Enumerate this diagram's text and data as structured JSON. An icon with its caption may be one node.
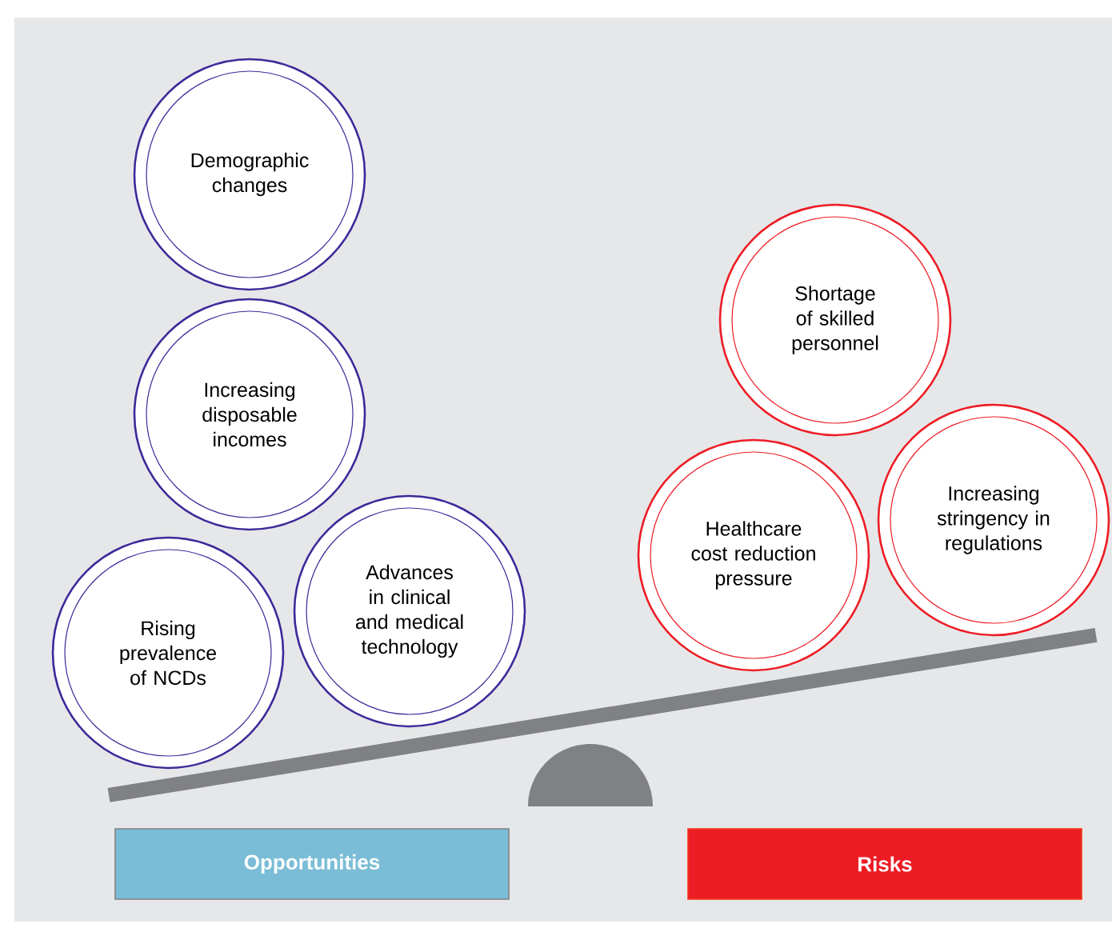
{
  "diagram": {
    "nodes": [
      {
        "text": [
          "Demographic changes"
        ]
      },
      {
        "text": [
          "Increasing disposable incomes"
        ]
      },
      {
        "text": [
          "Rising prevalence of NCDs"
        ]
      },
      {
        "text": [
          "Advances in clinical and medical technology"
        ]
      },
      {
        "text": [
          "Shortage of skilled personnel"
        ]
      },
      {
        "text": [
          "Healthcare cost reduction pressure"
        ]
      },
      {
        "text": [
          "Increasing stringency in regulations"
        ]
      },
      {
        "text": [
          "Opportunities"
        ]
      },
      {
        "text": [
          "Risks"
        ]
      }
    ]
  }
}
